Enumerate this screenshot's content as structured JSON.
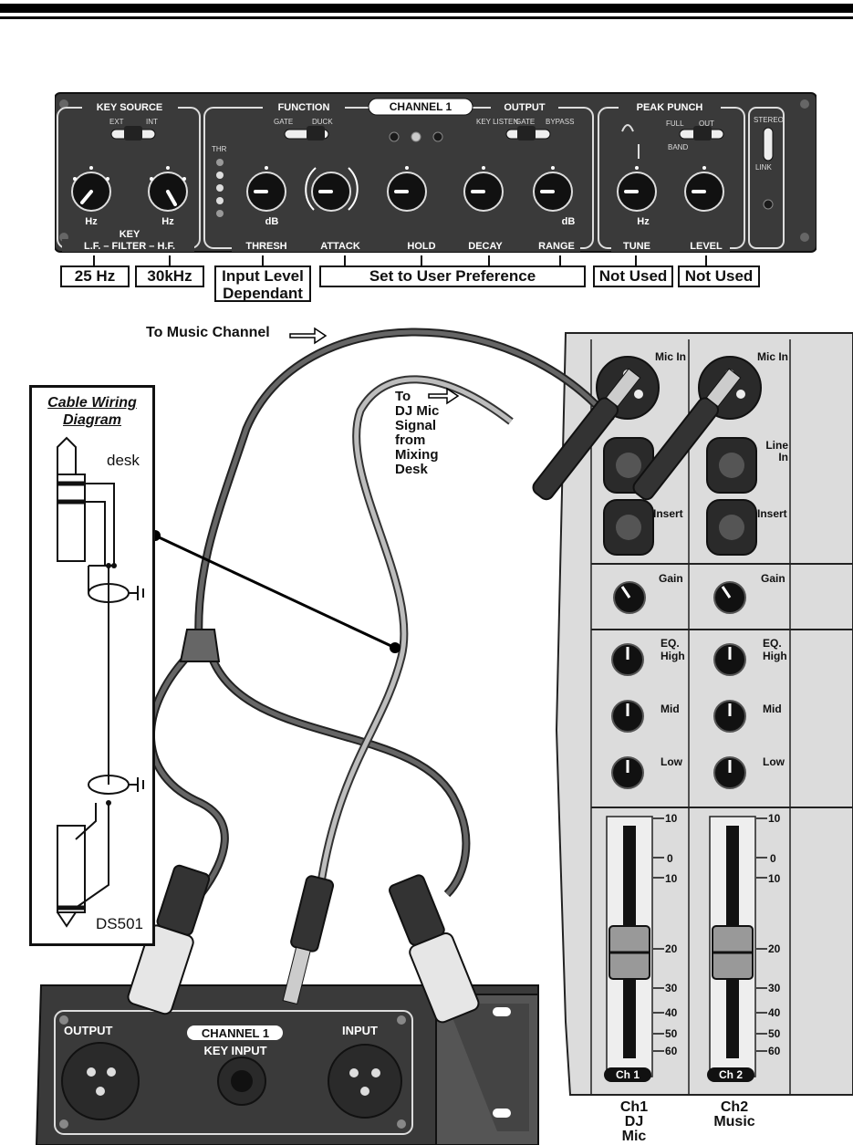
{
  "panel": {
    "key_source": "KEY SOURCE",
    "ext": "EXT",
    "int": "INT",
    "function": "FUNCTION",
    "gate": "GATE",
    "duck": "DUCK",
    "channel": "CHANNEL 1",
    "output": "OUTPUT",
    "key_listen": "KEY LISTEN",
    "bypass": "BYPASS",
    "peak_punch": "PEAK PUNCH",
    "full": "FULL",
    "band": "BAND",
    "out": "OUT",
    "stereo": "STEREO",
    "link": "LINK",
    "thr": "THR",
    "hz": "Hz",
    "db": "dB",
    "key": "KEY",
    "lf_filter_hf": "L.F. – FILTER – H.F.",
    "thresh": "THRESH",
    "attack": "ATTACK",
    "hold": "HOLD",
    "decay": "DECAY",
    "range": "RANGE",
    "tune": "TUNE",
    "level": "LEVEL"
  },
  "settings": {
    "lf": "25 Hz",
    "hf": "30kHz",
    "thresh": "Input Level Dependant",
    "user_pref": "Set to User Preference",
    "tune": "Not Used",
    "level": "Not Used"
  },
  "labels": {
    "to_music": "To Music Channel",
    "to_dj_1": "To",
    "to_dj_2": "DJ Mic",
    "to_dj_3": "Signal",
    "to_dj_4": "from",
    "to_dj_5": "Mixing",
    "to_dj_6": "Desk"
  },
  "wiring": {
    "title_1": "Cable Wiring",
    "title_2": "Diagram",
    "desk": "desk",
    "ds501": "DS501"
  },
  "rear": {
    "output": "OUTPUT",
    "channel": "CHANNEL 1",
    "key_input": "KEY INPUT",
    "input": "INPUT"
  },
  "mixer": {
    "mic_in": "Mic In",
    "line_in": "Line In",
    "insert": "Insert",
    "gain": "Gain",
    "eq_high": "EQ. High",
    "mid": "Mid",
    "low": "Low",
    "ch1": "Ch 1",
    "ch2": "Ch 2",
    "scale": [
      "10",
      "0",
      "10",
      "20",
      "30",
      "40",
      "50",
      "60"
    ],
    "ch1_caption": [
      "Ch1",
      "DJ",
      "Mic"
    ],
    "ch2_caption": [
      "Ch2",
      "Music"
    ]
  }
}
